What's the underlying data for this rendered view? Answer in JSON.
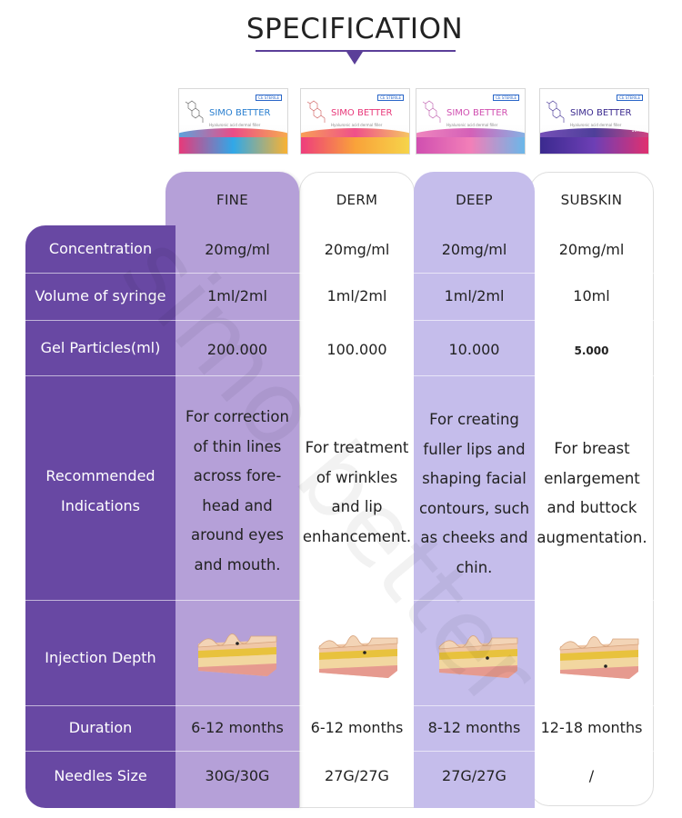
{
  "title": "SPECIFICATION",
  "products": [
    {
      "brand": "SIMO BETTER",
      "subtitle": "Hyaluronic acid dermal filler",
      "badge": "CE STERILE",
      "color_a": "#e8397a",
      "color_b": "#30a8e8",
      "color_c": "#f9b233"
    },
    {
      "brand": "SIMO BETTER",
      "subtitle": "Hyaluronic acid dermal filler",
      "badge": "CE STERILE",
      "color_a": "#ee3d7d",
      "color_b": "#f9a23a",
      "color_c": "#f6d44a"
    },
    {
      "brand": "SIMO BETTER",
      "subtitle": "Hyaluronic acid dermal filler",
      "badge": "CE STERILE",
      "color_a": "#d04fb0",
      "color_b": "#f27fb8",
      "color_c": "#6ab7e9"
    },
    {
      "brand": "SIMO BETTER",
      "subtitle": "Hyaluronic acid dermal filler",
      "badge": "CE STERILE",
      "color_a": "#3b2a8f",
      "color_b": "#6d3fb5",
      "color_c": "#e0306f",
      "volume": "10ml"
    }
  ],
  "columns": [
    "FINE",
    "DERM",
    "DEEP",
    "SUBSKIN"
  ],
  "rows": {
    "concentration": {
      "label": "Concentration",
      "values": [
        "20mg/ml",
        "20mg/ml",
        "20mg/ml",
        "20mg/ml"
      ]
    },
    "volume": {
      "label": "Volume of syringe",
      "values": [
        "1ml/2ml",
        "1ml/2ml",
        "1ml/2ml",
        "10ml"
      ]
    },
    "particles": {
      "label": "Gel Particles(ml)",
      "values": [
        "200.000",
        "100.000",
        "10.000",
        "5.000"
      ]
    },
    "indications": {
      "label_line1": "Recommended",
      "label_line2": "Indications",
      "values": [
        [
          "For correction",
          "of thin lines",
          "across fore-",
          "head and",
          "around eyes",
          "and mouth."
        ],
        [
          "For treatment",
          "of wrinkles",
          "and lip",
          "enhancement."
        ],
        [
          "For creating",
          "fuller lips and",
          "shaping facial",
          "contours, such",
          "as cheeks and",
          "chin."
        ],
        [
          "For breast",
          "enlargement",
          "and buttock",
          "augmentation."
        ]
      ]
    },
    "depth": {
      "label": "Injection Depth",
      "icon": "skin-layer-icon"
    },
    "duration": {
      "label": "Duration",
      "values": [
        "6-12 months",
        "6-12 months",
        "8-12 months",
        "12-18 months"
      ]
    },
    "needles": {
      "label": "Needles Size",
      "values": [
        "30G/30G",
        "27G/27G",
        "27G/27G",
        "/"
      ]
    }
  },
  "watermark": "simo better",
  "colors": {
    "accent": "#6848a3",
    "fine": "#b5a0d8",
    "deep": "#c5bdeb"
  }
}
